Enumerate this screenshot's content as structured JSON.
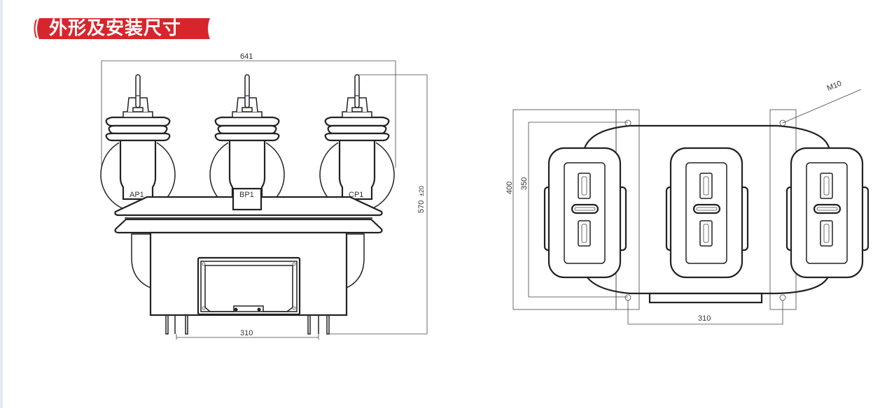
{
  "section_title": "外形及安装尺寸",
  "colors": {
    "banner": "#d7262b",
    "line": "#222222"
  },
  "front_view": {
    "width_dim": "641",
    "height_dim": "570",
    "height_tol": "±20",
    "mount_dim": "310",
    "terminals": [
      "AP1",
      "BP1",
      "CP1"
    ]
  },
  "top_view": {
    "depth_outer_dim": "400",
    "depth_inner_dim": "350",
    "mount_dim": "310",
    "bolt_label": "M10"
  }
}
